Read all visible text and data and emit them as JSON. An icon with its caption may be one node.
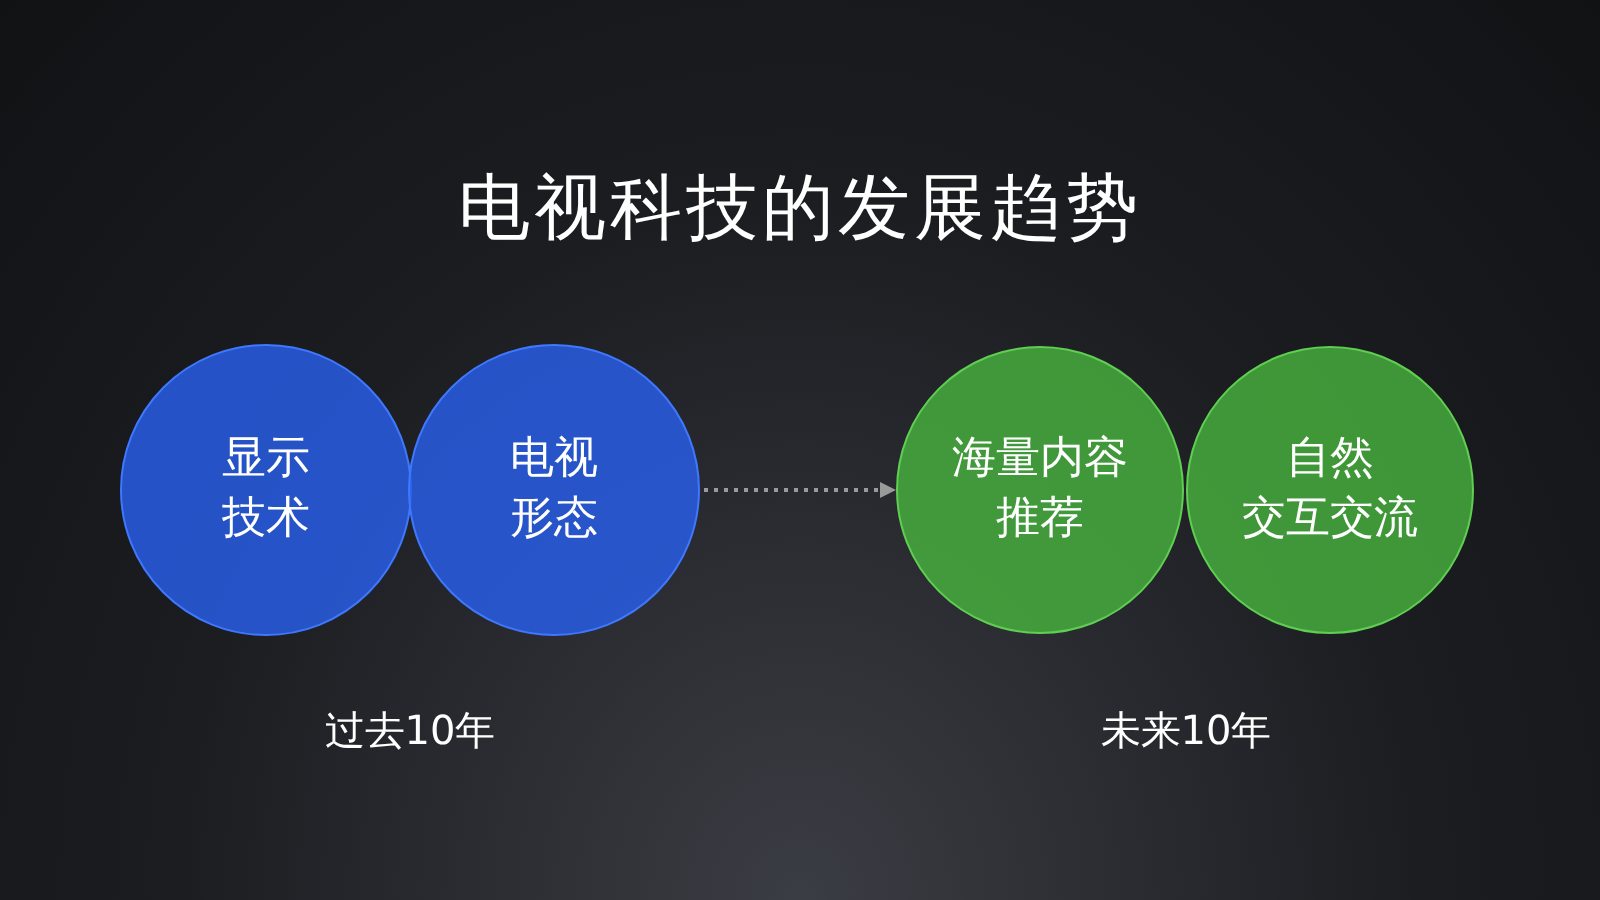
{
  "diagram": {
    "title": "电视科技的发展趋势",
    "nodes": [
      {
        "text": [
          "显示技术"
        ]
      },
      {
        "text": [
          "电视形态"
        ]
      },
      {
        "text": [
          "海量内容推荐"
        ]
      },
      {
        "text": [
          "自然交互交流"
        ]
      }
    ],
    "edges": [
      {
        "from": 1,
        "to": 2,
        "arrow": "to",
        "style": "dashed"
      }
    ],
    "labels": [
      "过去10年",
      "未来10年"
    ]
  }
}
